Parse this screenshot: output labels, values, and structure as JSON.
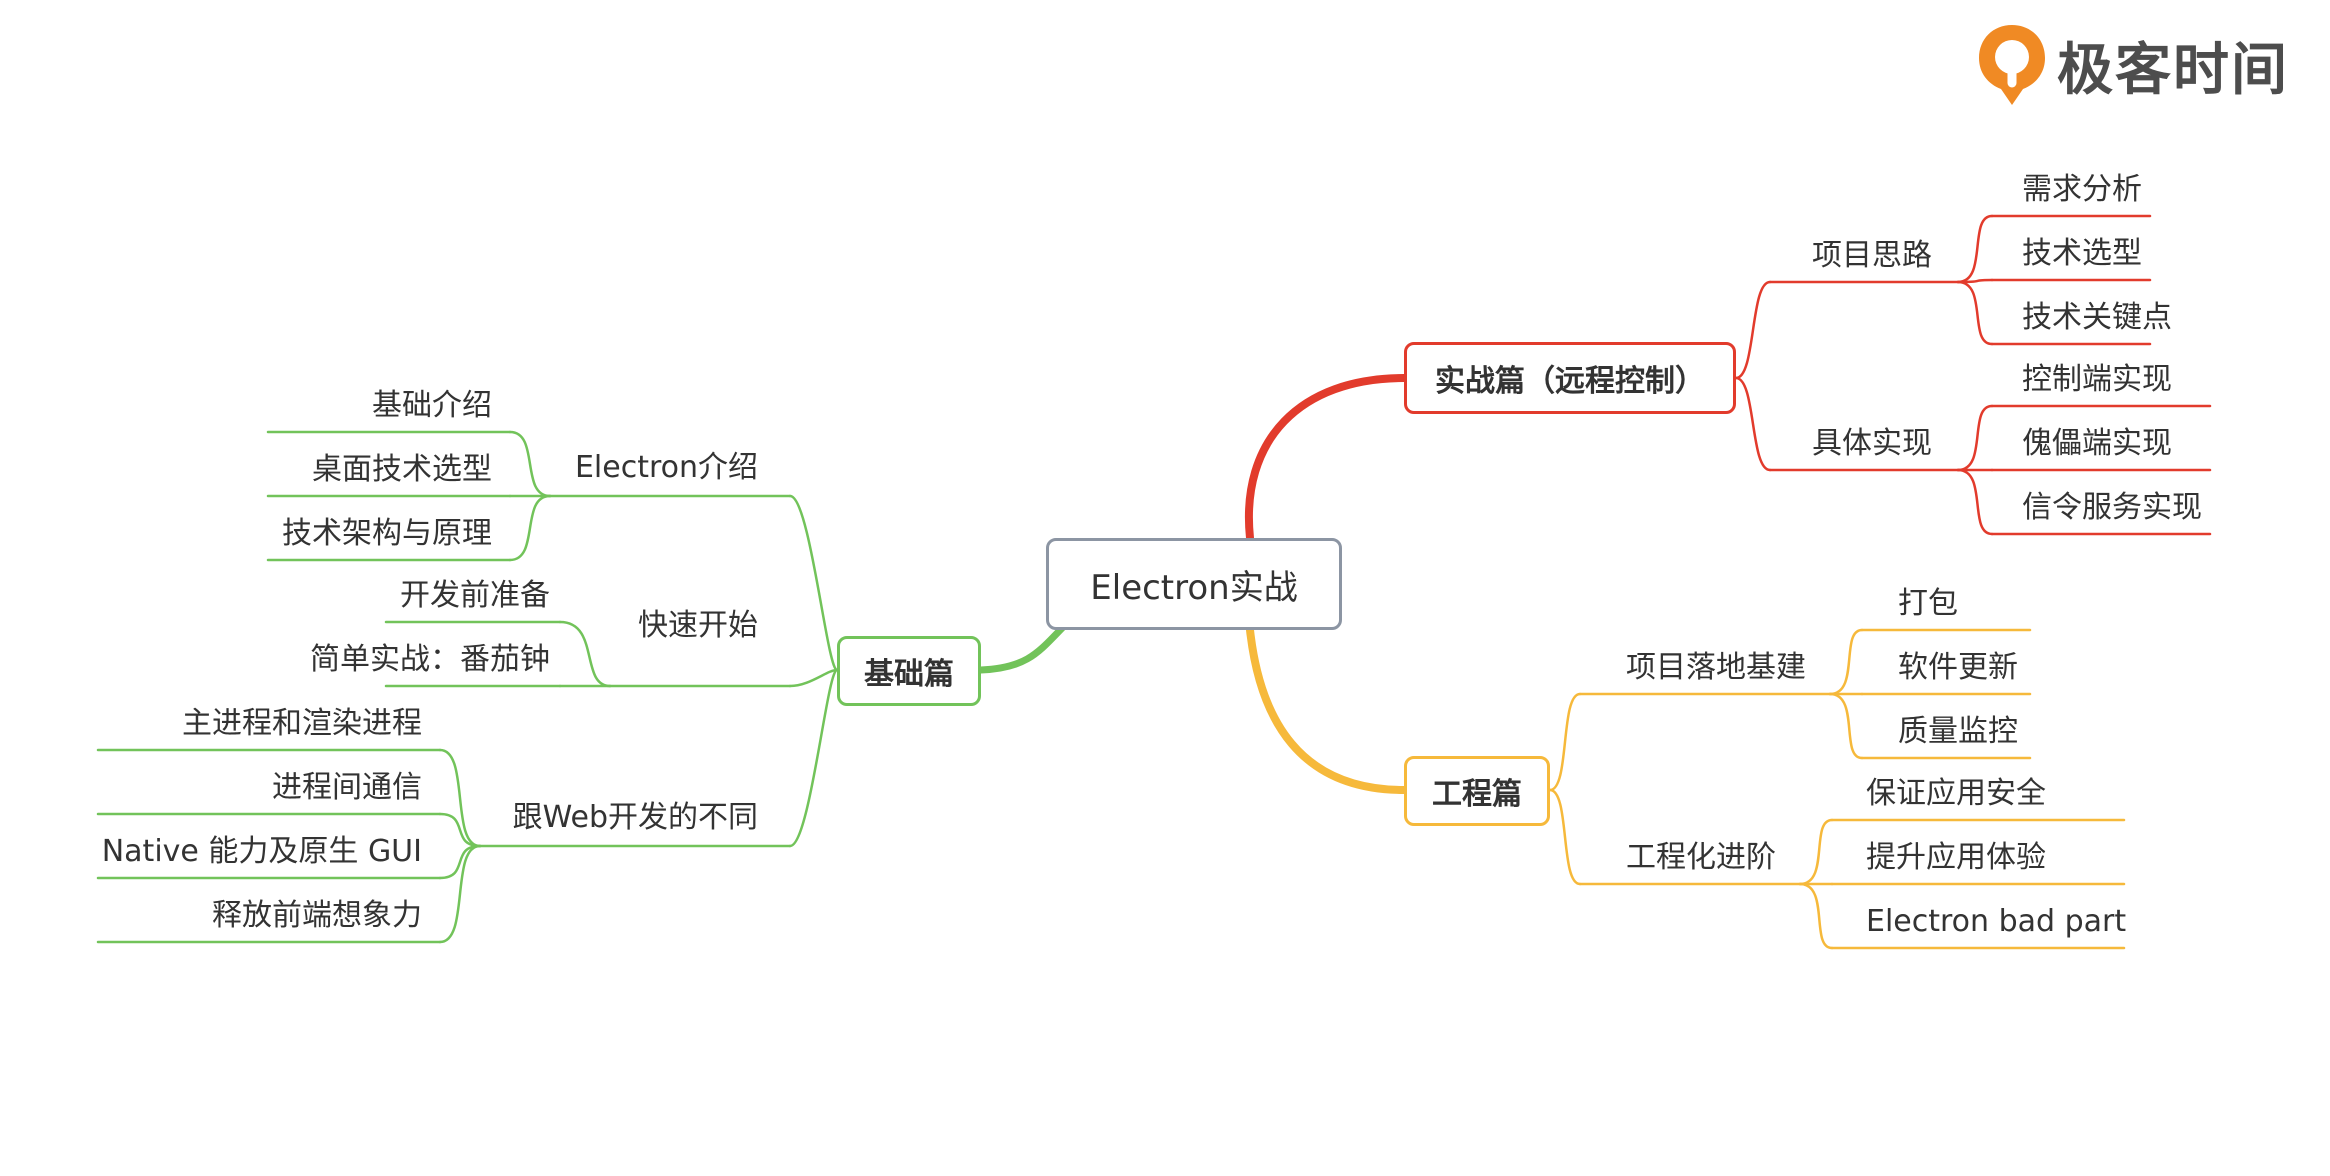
{
  "brand": {
    "name": "极客时间",
    "accent": "#f08a24"
  },
  "colors": {
    "root": "#8c95a3",
    "basic": "#72c35a",
    "practice": "#e23b2c",
    "engineering": "#f6b93b"
  },
  "root": {
    "label": "Electron实战"
  },
  "basic": {
    "label": "基础篇",
    "groups": [
      {
        "label": "Electron介绍",
        "items": [
          "基础介绍",
          "桌面技术选型",
          "技术架构与原理"
        ]
      },
      {
        "label": "快速开始",
        "items": [
          "开发前准备",
          "简单实战：番茄钟"
        ]
      },
      {
        "label": "跟Web开发的不同",
        "items": [
          "主进程和渲染进程",
          "进程间通信",
          "Native 能力及原生 GUI",
          "释放前端想象力"
        ]
      }
    ]
  },
  "practice": {
    "label": "实战篇（远程控制）",
    "groups": [
      {
        "label": "项目思路",
        "items": [
          "需求分析",
          "技术选型",
          "技术关键点"
        ]
      },
      {
        "label": "具体实现",
        "items": [
          "控制端实现",
          "傀儡端实现",
          "信令服务实现"
        ]
      }
    ]
  },
  "engineering": {
    "label": "工程篇",
    "groups": [
      {
        "label": "项目落地基建",
        "items": [
          "打包",
          "软件更新",
          "质量监控"
        ]
      },
      {
        "label": "工程化进阶",
        "items": [
          "保证应用安全",
          "提升应用体验",
          "Electron bad part"
        ]
      }
    ]
  }
}
